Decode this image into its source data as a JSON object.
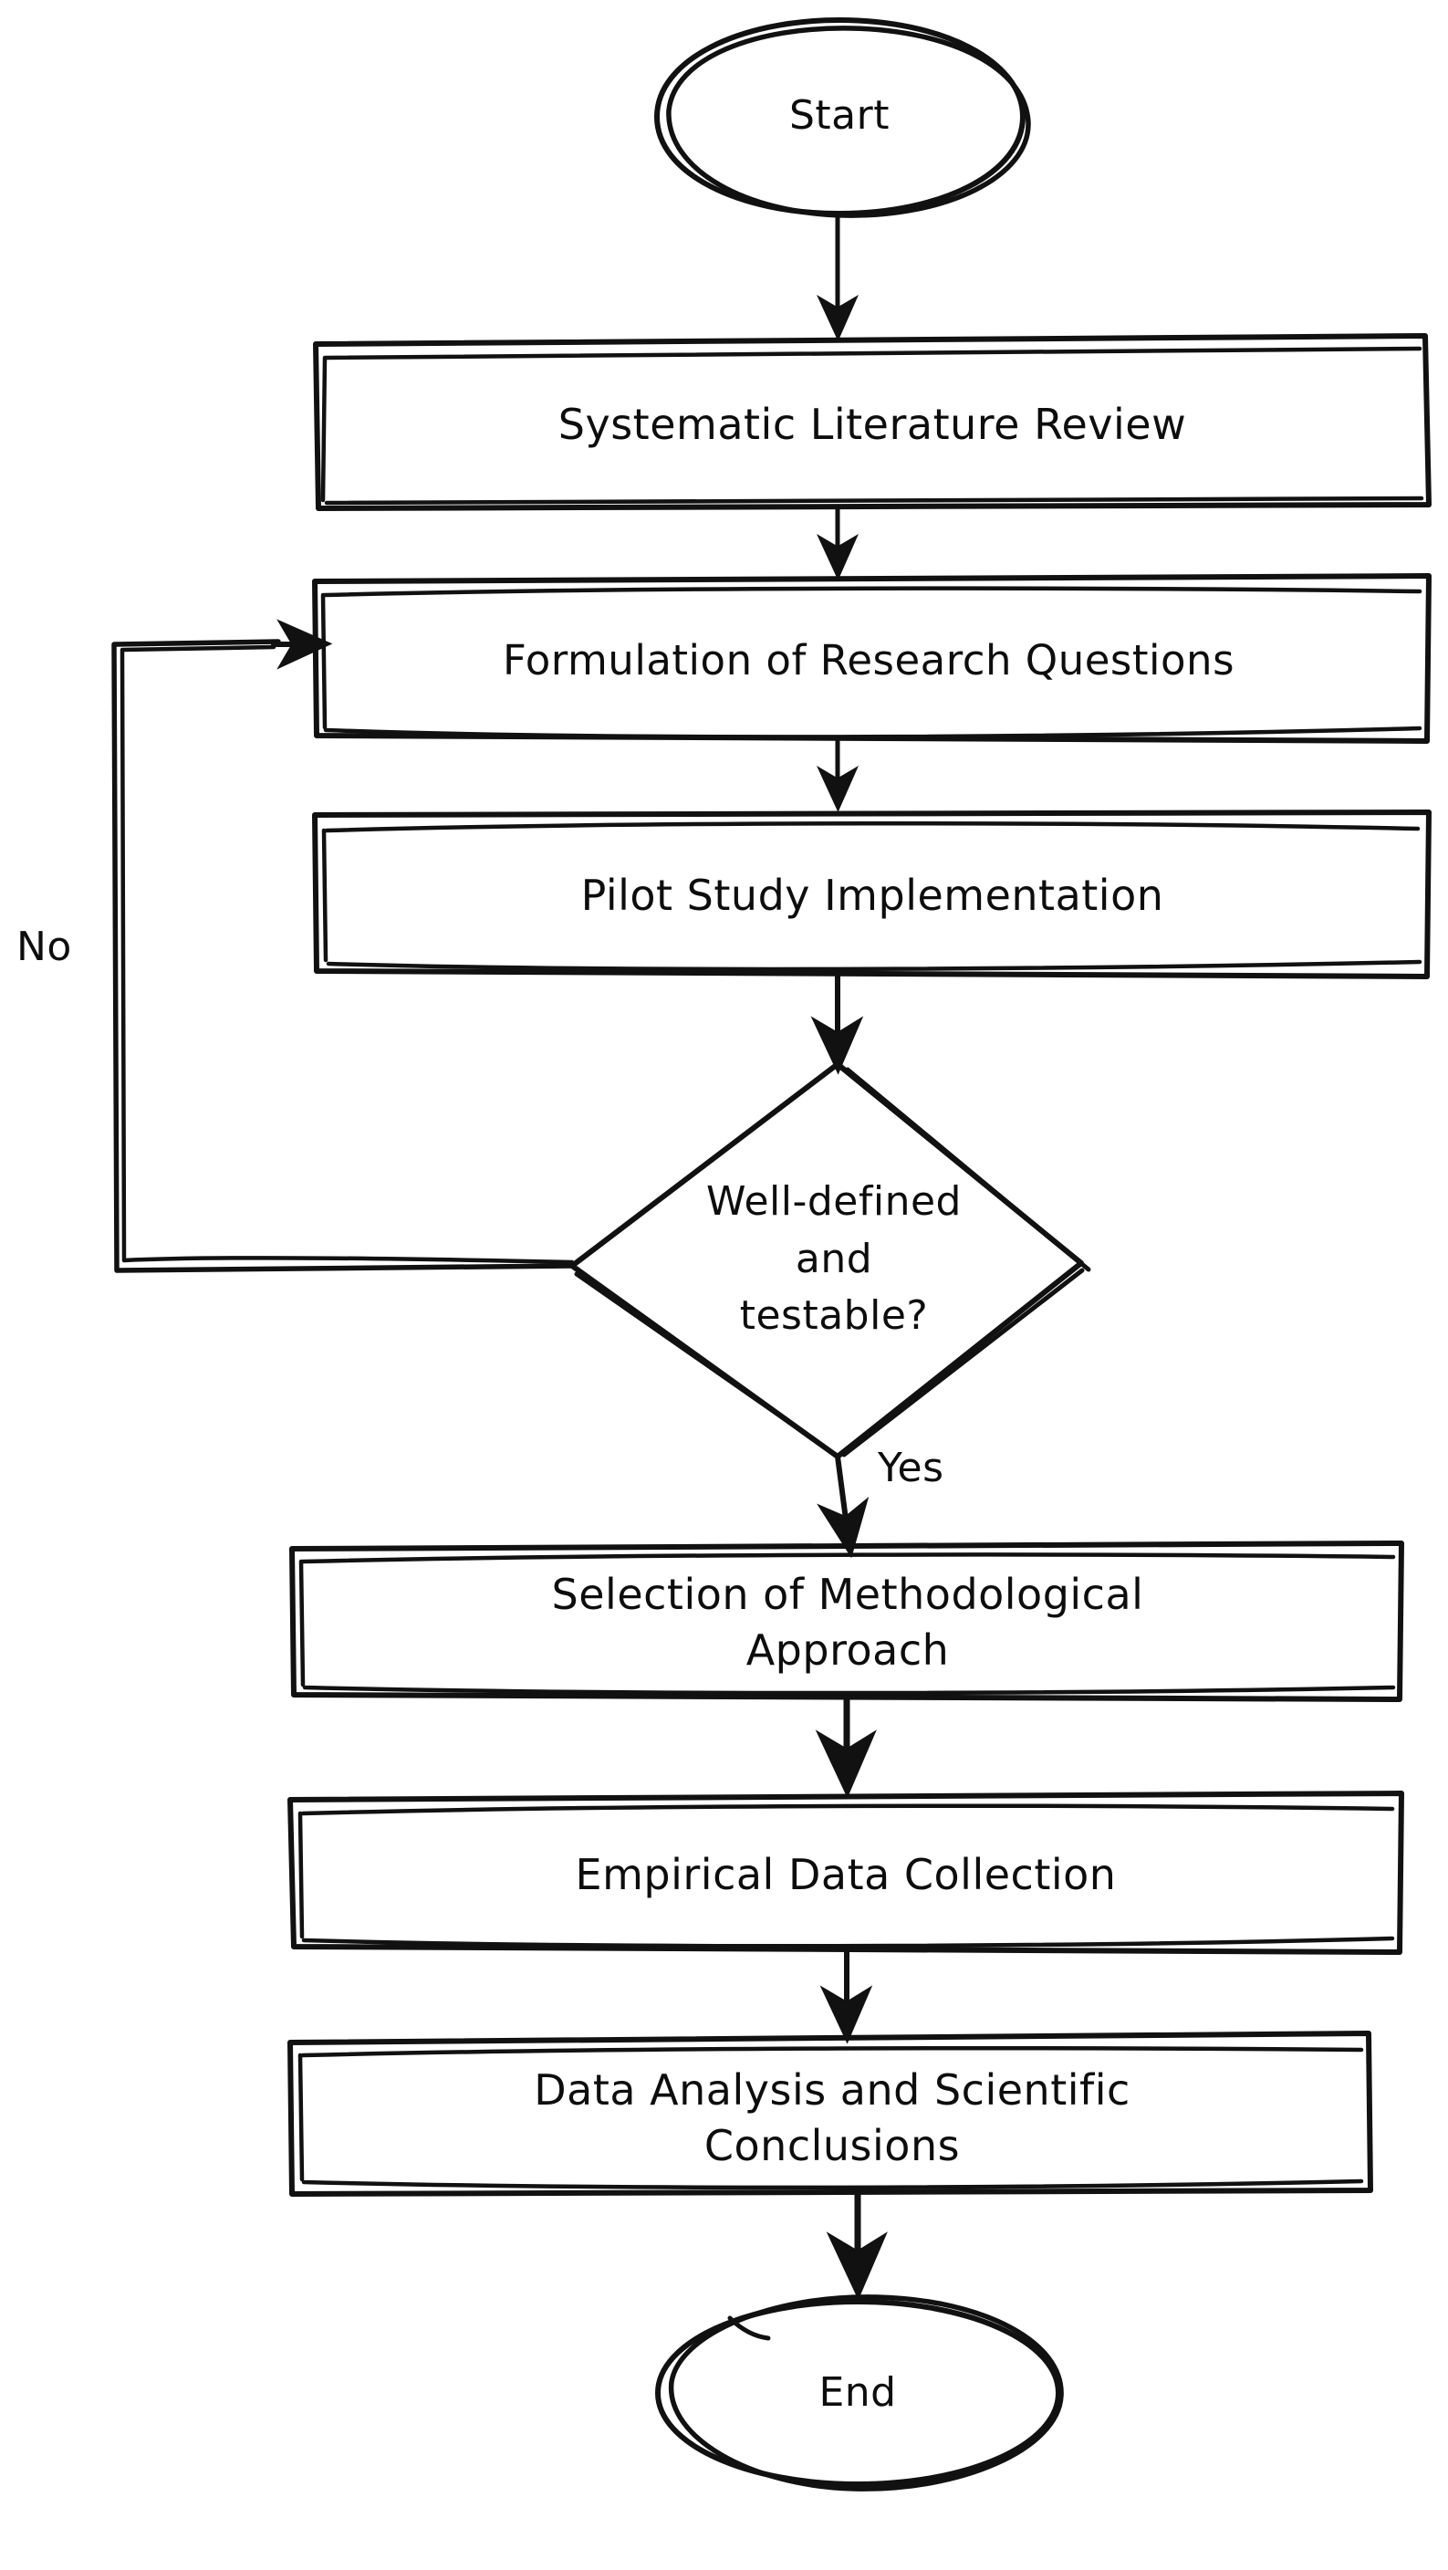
{
  "diagram": {
    "type": "flowchart",
    "title": "Research Methodology Flowchart",
    "style": "hand-drawn sketch",
    "stroke_color": "#111111",
    "fill_color": "#ffffff",
    "background_color": "#ffffff"
  },
  "nodes": {
    "start": {
      "label": "Start",
      "shape": "ellipse"
    },
    "literature_review": {
      "label": "Systematic Literature Review",
      "shape": "process"
    },
    "research_questions": {
      "label": "Formulation of Research Questions",
      "shape": "process"
    },
    "pilot_study": {
      "label": "Pilot Study Implementation",
      "shape": "process"
    },
    "decision": {
      "label": "Well-defined\nand\ntestable?",
      "shape": "diamond"
    },
    "methodology": {
      "label": "Selection of Methodological\nApproach",
      "shape": "process"
    },
    "data_collection": {
      "label": "Empirical Data Collection",
      "shape": "process"
    },
    "data_analysis": {
      "label": "Data Analysis and Scientific\nConclusions",
      "shape": "process"
    },
    "end": {
      "label": "End",
      "shape": "ellipse"
    }
  },
  "edge_labels": {
    "no": "No",
    "yes": "Yes"
  },
  "edges": [
    {
      "from": "start",
      "to": "literature_review",
      "label": ""
    },
    {
      "from": "literature_review",
      "to": "research_questions",
      "label": ""
    },
    {
      "from": "research_questions",
      "to": "pilot_study",
      "label": ""
    },
    {
      "from": "pilot_study",
      "to": "decision",
      "label": ""
    },
    {
      "from": "decision",
      "to": "research_questions",
      "label": "No"
    },
    {
      "from": "decision",
      "to": "methodology",
      "label": "Yes"
    },
    {
      "from": "methodology",
      "to": "data_collection",
      "label": ""
    },
    {
      "from": "data_collection",
      "to": "data_analysis",
      "label": ""
    },
    {
      "from": "data_analysis",
      "to": "end",
      "label": ""
    }
  ]
}
